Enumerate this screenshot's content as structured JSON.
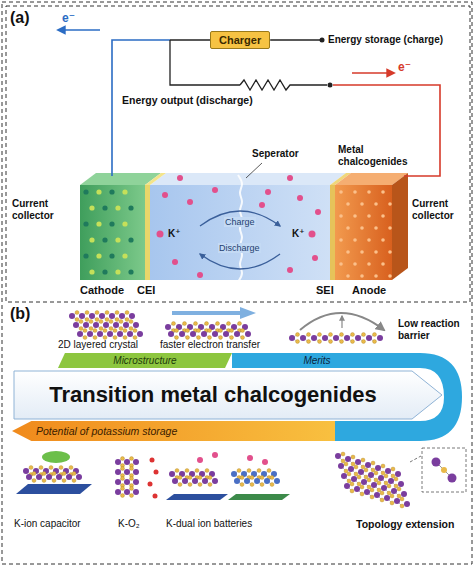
{
  "diagram": {
    "nodes": [
      {
        "text": [
          "Charger"
        ]
      },
      {
        "text": [
          "Microstructure"
        ]
      },
      {
        "text": [
          "Merits"
        ]
      },
      {
        "text": [
          "Transition metal chalcogenides"
        ]
      },
      {
        "text": [
          "Potential of potassium storage"
        ]
      }
    ],
    "labels": [
      "(a)",
      "e⁻",
      "Energy storage (charge)",
      "Energy output (discharge)",
      "e⁻",
      "Seperator",
      "Metal chalcogenides",
      "Current collector",
      "Current collector",
      "K⁺",
      "K⁺",
      "Charge",
      "Discharge",
      "Cathode",
      "CEI",
      "SEI",
      "Anode",
      "(b)",
      "2D layered crystal",
      "faster electron transfer",
      "Low reaction barrier",
      "K-ion capacitor",
      "K-O₂",
      "K-dual ion batteries",
      "Topology extension"
    ]
  }
}
